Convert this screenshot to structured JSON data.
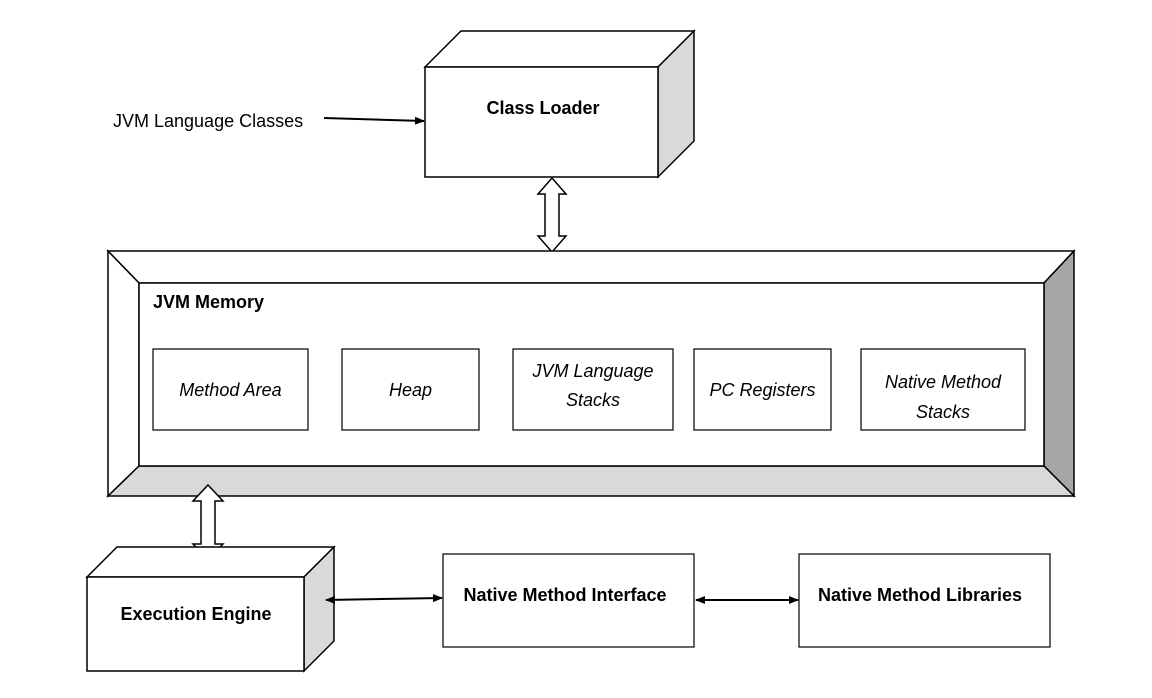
{
  "input_label": "JVM Language Classes",
  "class_loader": {
    "label": "Class Loader"
  },
  "memory": {
    "title": "JVM Memory",
    "areas": [
      {
        "lines": [
          "Method Area"
        ]
      },
      {
        "lines": [
          "Heap"
        ]
      },
      {
        "lines": [
          "JVM Language",
          "Stacks"
        ]
      },
      {
        "lines": [
          "PC Registers"
        ]
      },
      {
        "lines": [
          "Native Method",
          "Stacks"
        ]
      }
    ]
  },
  "execution_engine": {
    "label": "Execution Engine"
  },
  "native_interface": {
    "label": "Native Method Interface"
  },
  "native_libraries": {
    "label": "Native Method Libraries"
  },
  "colors": {
    "stroke": "#000000",
    "face": "#ffffff",
    "shade_light": "#d9d9d9",
    "shade_dark": "#a6a6a6"
  }
}
